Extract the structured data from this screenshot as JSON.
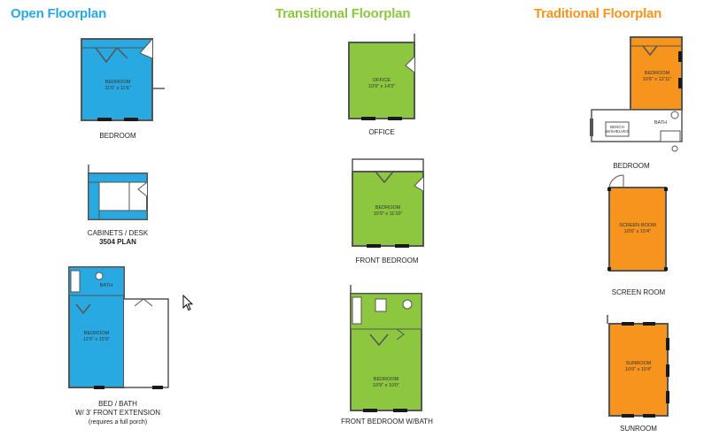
{
  "colors": {
    "open": "#29a9e1",
    "transitional": "#8dc63f",
    "traditional": "#f7941d",
    "wall": "#555555",
    "window": "#1a1a1a"
  },
  "titles": {
    "open": "Open Floorplan",
    "transitional": "Transitional Floorplan",
    "traditional": "Traditional Floorplan"
  },
  "open": {
    "bedroom": {
      "room_name": "BEDROOM",
      "room_size": "11'6\" x 11'6\"",
      "caption": "BEDROOM"
    },
    "cabinets": {
      "caption_line1": "CABINETS / DESK",
      "caption_line2": "3504 PLAN"
    },
    "bedbath": {
      "bath_label": "BATH",
      "room_name": "BEDROOM",
      "room_size": "11'6\" x 15'9\"",
      "caption_line1": "BED / BATH",
      "caption_line2": "W/ 3' FRONT EXTENSION",
      "caption_line3": "(requires a full porch)"
    }
  },
  "transitional": {
    "office": {
      "room_name": "OFFICE",
      "room_size": "10'9\" x 14'3\"",
      "caption": "OFFICE"
    },
    "front_bedroom": {
      "room_name": "BEDROOM",
      "room_size": "10'9\" x 11'10\"",
      "caption": "FRONT BEDROOM"
    },
    "front_bedroom_bath": {
      "room_name": "BEDROOM",
      "room_size": "10'9\" x 10'0\"",
      "caption": "FRONT BEDROOM W/BATH"
    }
  },
  "traditional": {
    "bedroom": {
      "room_name": "BEDROOM",
      "room_size": "10'6\" x 12'11\"",
      "bench_label": "BENCH W/SHELVES",
      "bath_label": "BATH",
      "caption": "BEDROOM"
    },
    "screen_room": {
      "room_name": "SCREEN ROOM",
      "room_size": "10'6\" x 15'4\"",
      "caption": "SCREEN ROOM"
    },
    "sunroom": {
      "room_name": "SUNROOM",
      "room_size": "10'6\" x 15'4\"",
      "caption": "SUNROOM"
    }
  }
}
